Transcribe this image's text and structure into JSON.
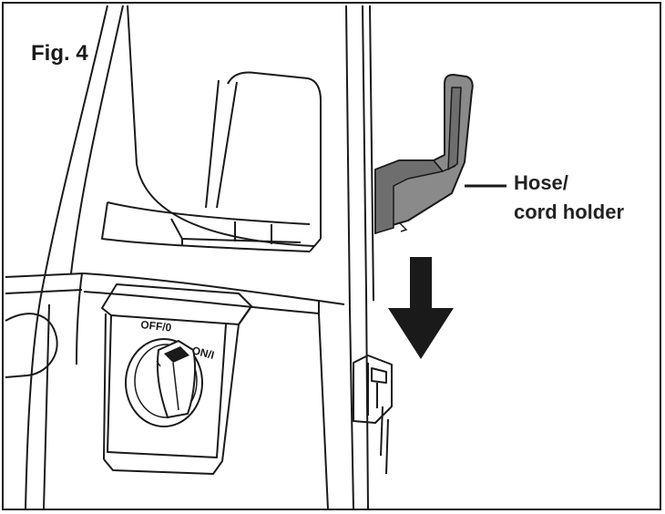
{
  "figure": {
    "title": "Fig. 4",
    "callout_label_line1": "Hose/",
    "callout_label_line2": "cord holder",
    "switch_off_label": "OFF/0",
    "switch_on_label": "ON/I"
  },
  "colors": {
    "line": "#1a1a1a",
    "holder_fill": "#8a8a8a",
    "holder_dark": "#6e6e6e",
    "background": "#ffffff"
  },
  "icons": {
    "direction_arrow": "down-arrow-icon"
  }
}
